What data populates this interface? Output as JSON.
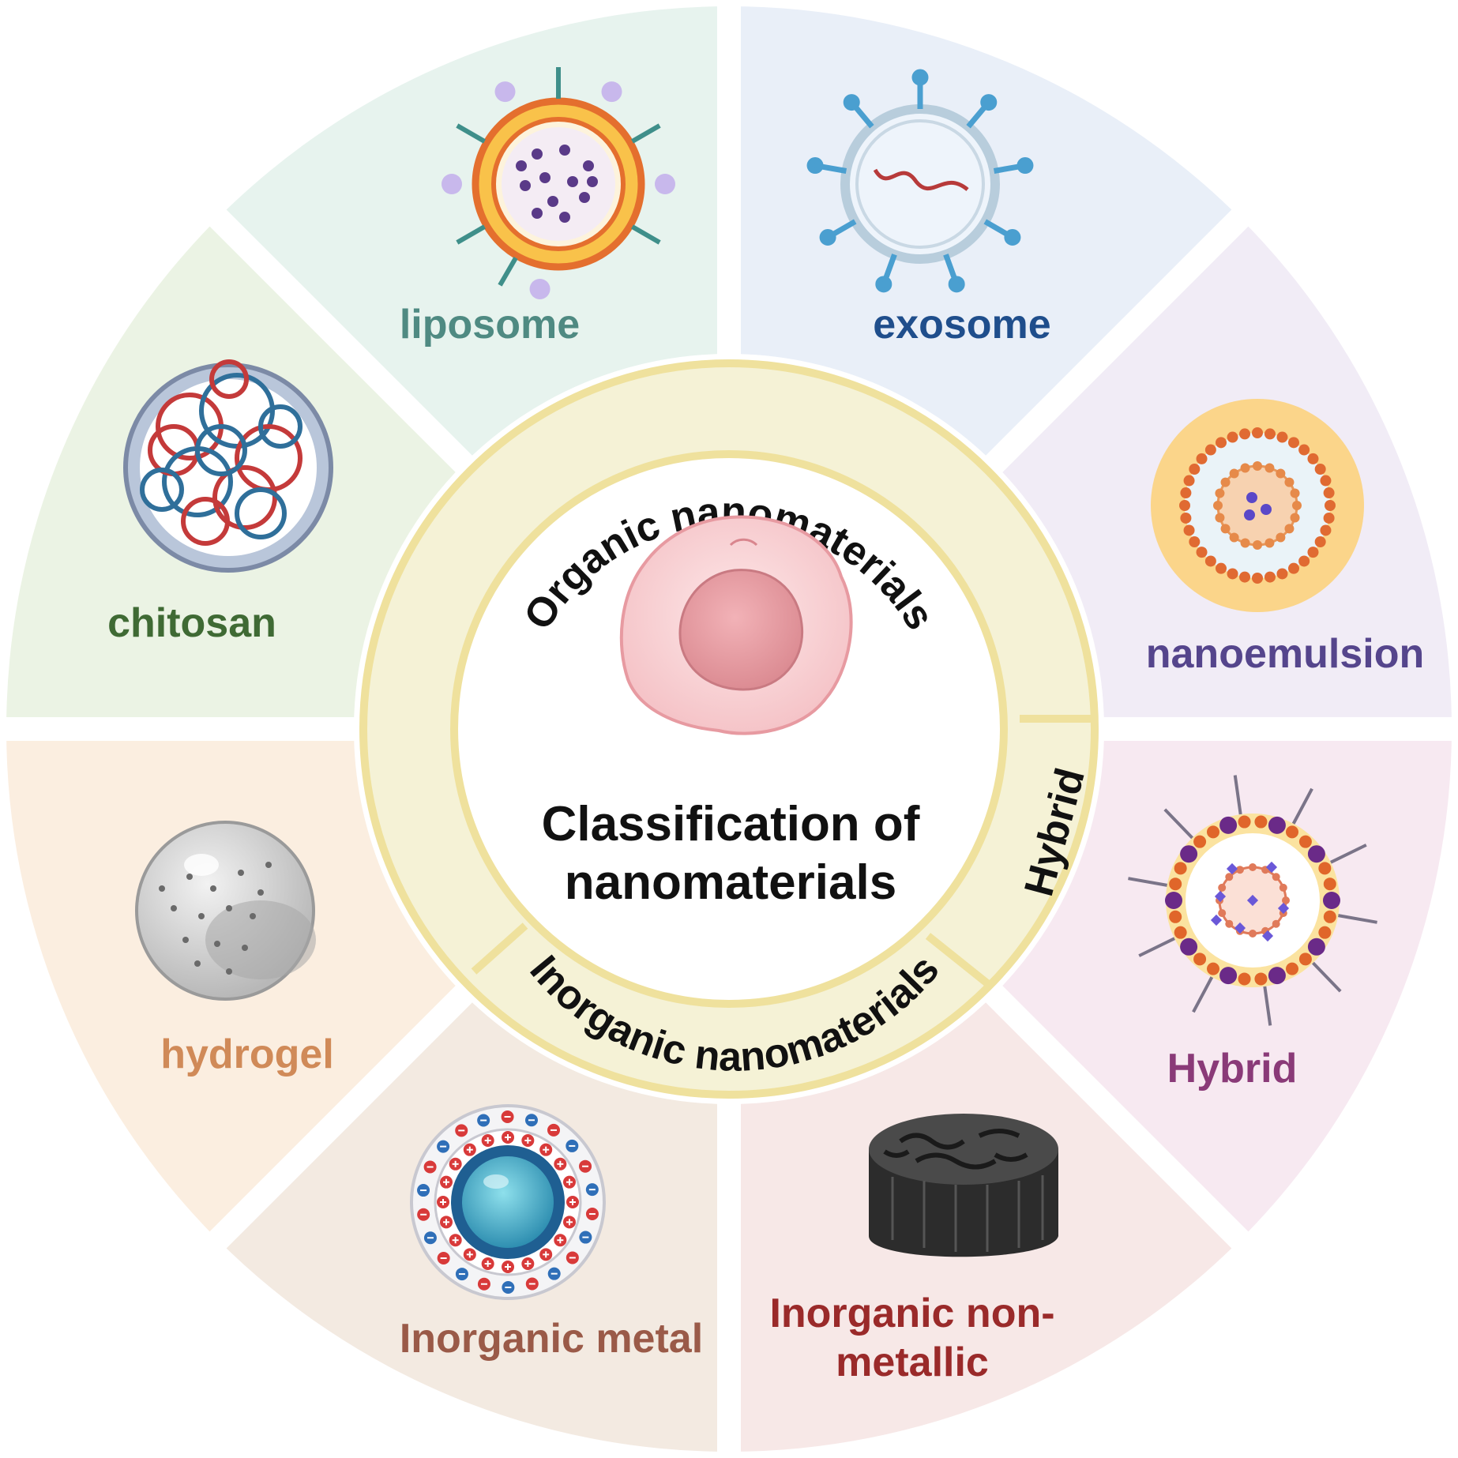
{
  "center": {
    "title_line1": "Classification of",
    "title_line2": "nanomaterials"
  },
  "ring": {
    "organic": "Organic nanomaterials",
    "hybrid": "Hybrid",
    "inorganic": "Inorganic nanomaterials"
  },
  "segments": {
    "liposome": {
      "label": "liposome",
      "color": "#4f8a82",
      "bg": "#e7f3ee"
    },
    "exosome": {
      "label": "exosome",
      "color": "#1f4e8c",
      "bg": "#e9eff8"
    },
    "nanoemulsion": {
      "label": "nanoemulsion",
      "color": "#55458c",
      "bg": "#f1ecf6"
    },
    "hybrid": {
      "label": "Hybrid",
      "color": "#8a3a78",
      "bg": "#f7e9f1"
    },
    "inorganic_nonmetallic": {
      "label_line1": "Inorganic non-",
      "label_line2": "metallic",
      "color": "#9a2a2a",
      "bg": "#f7e8e7"
    },
    "inorganic_metal": {
      "label": "Inorganic metal",
      "color": "#9a5a48",
      "bg": "#f3eae1"
    },
    "hydrogel": {
      "label": "hydrogel",
      "color": "#d08a58",
      "bg": "#fbeee0"
    },
    "chitosan": {
      "label": "chitosan",
      "color": "#3f6a34",
      "bg": "#ebf3e4"
    }
  },
  "colors": {
    "ring_fill": "#f5f2d6",
    "ring_border": "#efe19d",
    "gap": "#ffffff"
  }
}
